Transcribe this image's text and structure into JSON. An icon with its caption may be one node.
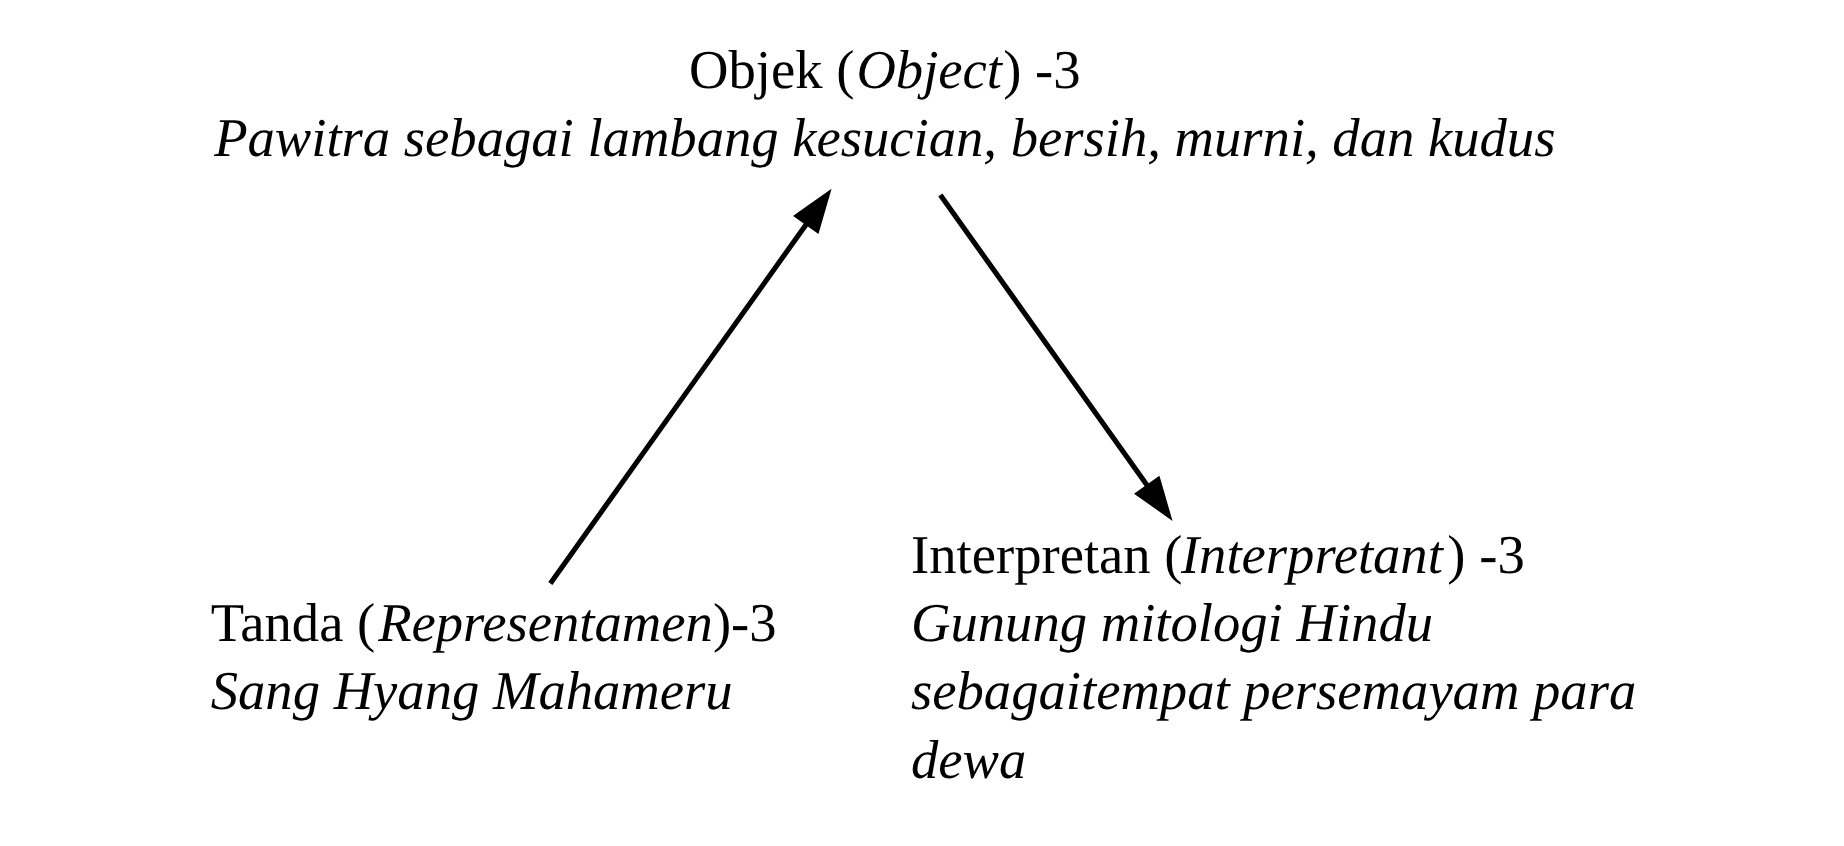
{
  "diagram": {
    "nodes": [
      {
        "text": [
          "Objek (*Object*) -3",
          "Pawitra sebagai lambang kesucian, bersih, murni, dan kudus"
        ]
      },
      {
        "text": [
          "Tanda (*Representamen*)-3",
          "Sang Hyang Mahameru"
        ]
      },
      {
        "text": [
          "Interpretan (*Interpretant*) -3",
          "Gunung mitologi Hindu sebagaitempat persemayam para dewa"
        ]
      }
    ],
    "edges": [
      {
        "from": 1,
        "to": 0,
        "arrow": "to"
      },
      {
        "from": 0,
        "to": 2,
        "arrow": "to"
      }
    ]
  }
}
